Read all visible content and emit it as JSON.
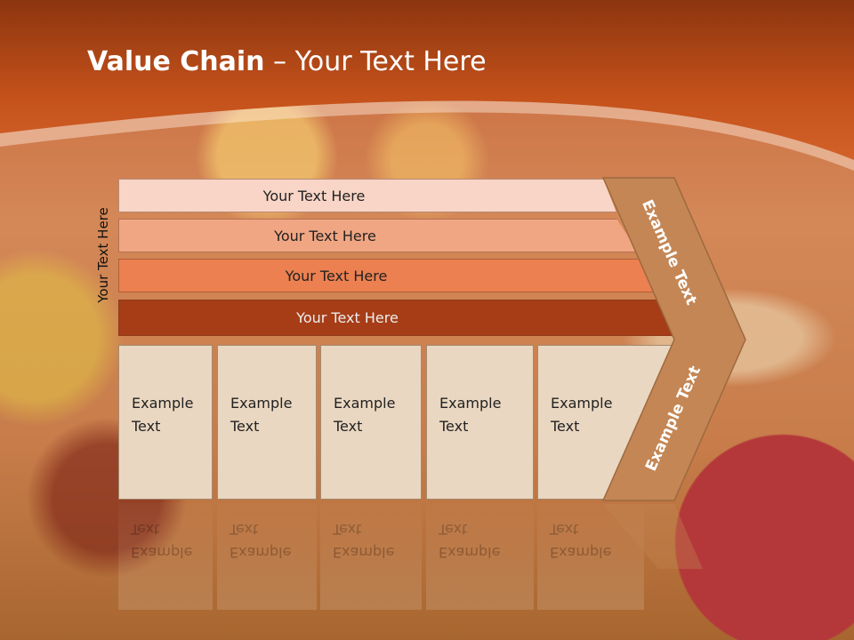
{
  "title": {
    "bold": "Value Chain",
    "rest": " – Your Text Here"
  },
  "side_label": "Your Text Here",
  "bands": [
    "Your Text Here",
    "Your Text Here",
    "Your Text Here",
    "Your Text Here"
  ],
  "boxes": [
    {
      "line1": "Example",
      "line2": "Text"
    },
    {
      "line1": "Example",
      "line2": "Text"
    },
    {
      "line1": "Example",
      "line2": "Text"
    },
    {
      "line1": "Example",
      "line2": "Text"
    },
    {
      "line1": "Example",
      "line2": "Text"
    }
  ],
  "chevron": {
    "upper": "Example Text",
    "lower": "Example Text"
  },
  "colors": {
    "header": "#c4511a",
    "band1": "#f8d5c6",
    "band2": "#f1a683",
    "band3": "#ec8050",
    "band4": "#a63d17",
    "box": "#ead7c1",
    "chevron": "#c48654"
  }
}
